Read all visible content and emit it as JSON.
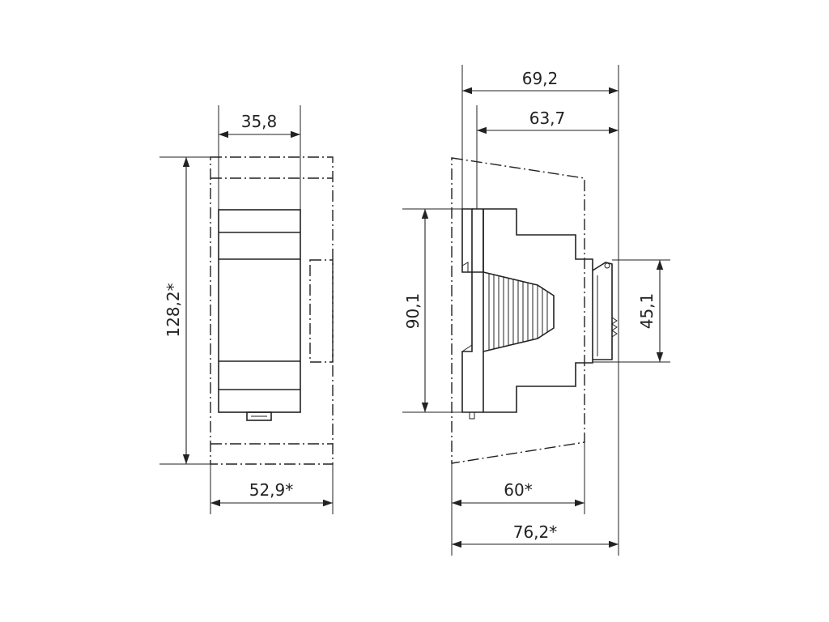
{
  "dimensions": {
    "front_width_top": "35,8",
    "front_height": "128,2*",
    "front_width_bottom": "52,9*",
    "side_total_top": "69,2",
    "side_inner_top": "63,7",
    "side_height_left": "90,1",
    "side_height_right": "45,1",
    "side_depth_bottom": "60*",
    "side_total_bottom": "76,2*"
  },
  "colors": {
    "line": "#222222",
    "background": "#ffffff"
  }
}
